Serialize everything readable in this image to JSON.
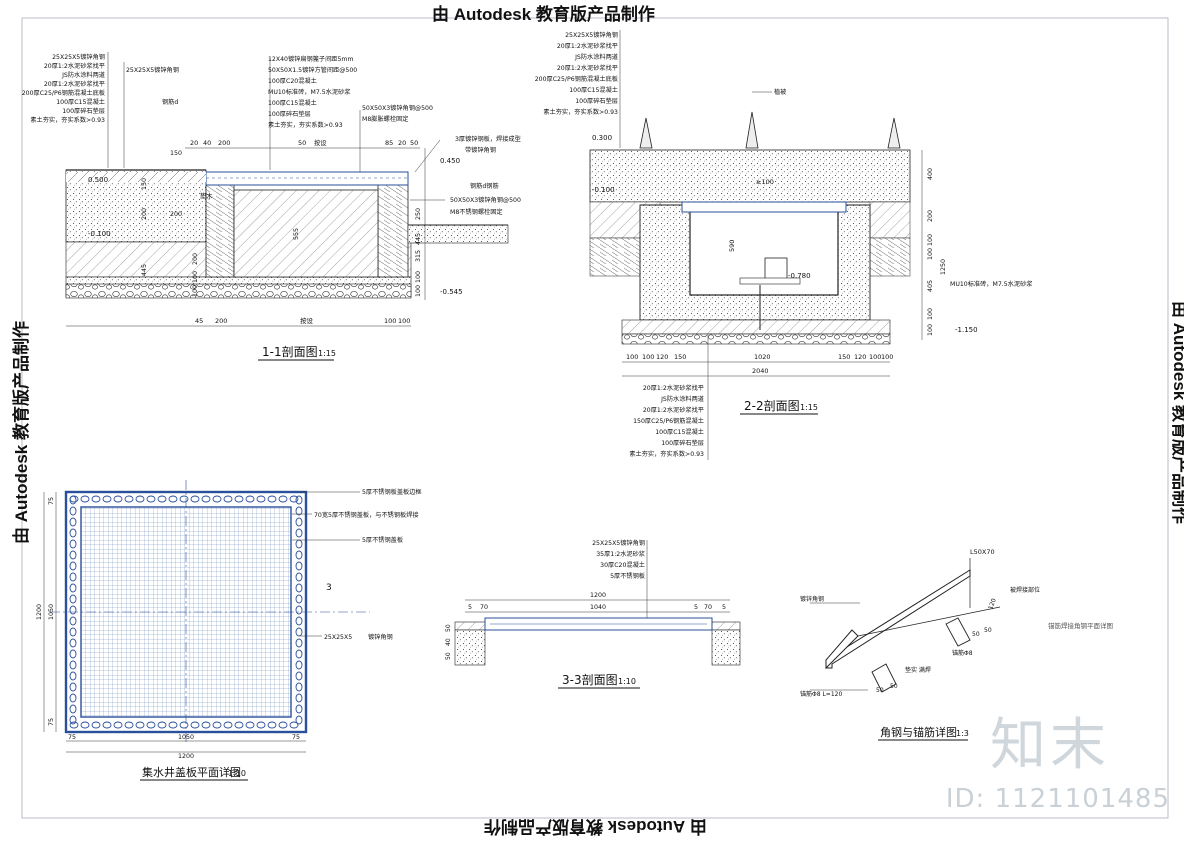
{
  "stamps": {
    "top": "由 Autodesk 教育版产品制作",
    "bottom": "由 Autodesk 教育版产品制作",
    "left": "由 Autodesk 教育版产品制作",
    "right": "由 Autodesk 教育版产品制作"
  },
  "watermark": {
    "logo": "知末",
    "id": "ID: 1121101485"
  },
  "sections": {
    "s1": {
      "title": "1-1剖面图",
      "scale": "1:15",
      "layers": [
        "25X25X5镀锌角钢",
        "20厚1:2水泥砂浆找平",
        "JS防水涂料两道",
        "20厚1:2水泥砂浆找平",
        "200厚C25/P6钢筋混凝土底板",
        "100厚C15混凝土",
        "100厚碎石垫层",
        "素土夯实，夯实系数>0.93"
      ],
      "callouts": [
        "25X25X5镀锌角钢",
        "12X40镀锌扁钢篦子间距5mm",
        "50X50X1.5镀锌方管间距@500",
        "100厚C20混凝土",
        "MU10标准砖，M7.5水泥砂浆",
        "100厚C15混凝土",
        "100厚碎石垫层",
        "素土夯实，夯实系数>0.93",
        "钢筋d",
        "50X50X3镀锌角钢@500",
        "M8膨胀螺栓固定",
        "3厚镀锌钢板，焊接成型",
        "带镀锌角钢",
        "钢筋d钢筋",
        "50X50X3镀锌角钢@500",
        "M8不锈钢螺栓固定"
      ],
      "levels": [
        "0.500",
        "0.450",
        "-0.100",
        "-0.545"
      ],
      "dims_top": [
        "20",
        "40",
        "200",
        "50",
        "85",
        "20",
        "50"
      ],
      "dims_bottom": [
        "45",
        "200",
        "按设",
        "100",
        "100"
      ],
      "dims_side": [
        "150",
        "200",
        "445",
        "200",
        "100",
        "100",
        "555",
        "250",
        "445",
        "315",
        "100",
        "100"
      ],
      "labels": [
        "按设",
        "垫木",
        "150",
        "200"
      ]
    },
    "s2": {
      "title": "2-2剖面图",
      "scale": "1:15",
      "layers_top": [
        "25X25X5镀锌角钢",
        "20厚1:2水泥砂浆找平",
        "JS防水涂料两道",
        "20厚1:2水泥砂浆找平",
        "200厚C25/P6钢筋混凝土底板",
        "100厚C15混凝土",
        "100厚碎石垫层",
        "素土夯实，夯实系数>0.93"
      ],
      "layers_bottom": [
        "20厚1:2水泥砂浆找平",
        "JS防水涂料两道",
        "20厚1:2水泥砂浆找平",
        "150厚C25/P6钢筋混凝土",
        "100厚C15混凝土",
        "100厚碎石垫层",
        "素土夯实，夯实系数>0.93"
      ],
      "callouts": [
        "植被",
        "MU10标准砖，M7.5水泥砂浆"
      ],
      "levels": [
        "0.300",
        "-0.100",
        "-0.780",
        "-1.150"
      ],
      "dims_bottom": [
        "100",
        "100",
        "120",
        "150",
        "1020",
        "150",
        "120",
        "100",
        "100"
      ],
      "total": "2040",
      "dims_side": [
        "400",
        "200",
        "100",
        "100",
        "1250",
        "405",
        "100",
        "100"
      ],
      "inner": [
        "590",
        "≥100"
      ]
    },
    "s3": {
      "title": "3-3剖面图",
      "scale": "1:10",
      "layers": [
        "25X25X5镀锌角钢",
        "35厚1:2水泥砂浆",
        "30厚C20混凝土",
        "5厚不锈钢板"
      ],
      "dims_top": [
        "1200",
        "1040",
        "5",
        "70",
        "5",
        "70",
        "5"
      ],
      "dims_side": [
        "50",
        "40",
        "50"
      ]
    },
    "plan": {
      "title": "集水井盖板平面详图",
      "scale": "1:10",
      "callouts": [
        "5厚不锈钢板盖板边框",
        "70宽5厚不锈钢盖板，与不锈钢板焊接",
        "5厚不锈钢盖板",
        "25X25X5",
        "镀锌角钢"
      ],
      "section_mark": "3",
      "dims_left": [
        "75",
        "1050",
        "75"
      ],
      "dims_left_total": "1200",
      "dims_bottom": [
        "75",
        "1050",
        "75"
      ],
      "total": "1200"
    },
    "angle": {
      "title": "角钢与锚筋详图",
      "scale": "1:3",
      "callouts": [
        "L50X70",
        "镀锌角钢",
        "锚筋Φ8 L=120",
        "垫实 满焊",
        "锚筋Φ8",
        "被焊接部位",
        "锚筋焊接角钢平面详图"
      ],
      "dims": [
        "50",
        "50",
        "120",
        "50",
        "50"
      ]
    }
  }
}
